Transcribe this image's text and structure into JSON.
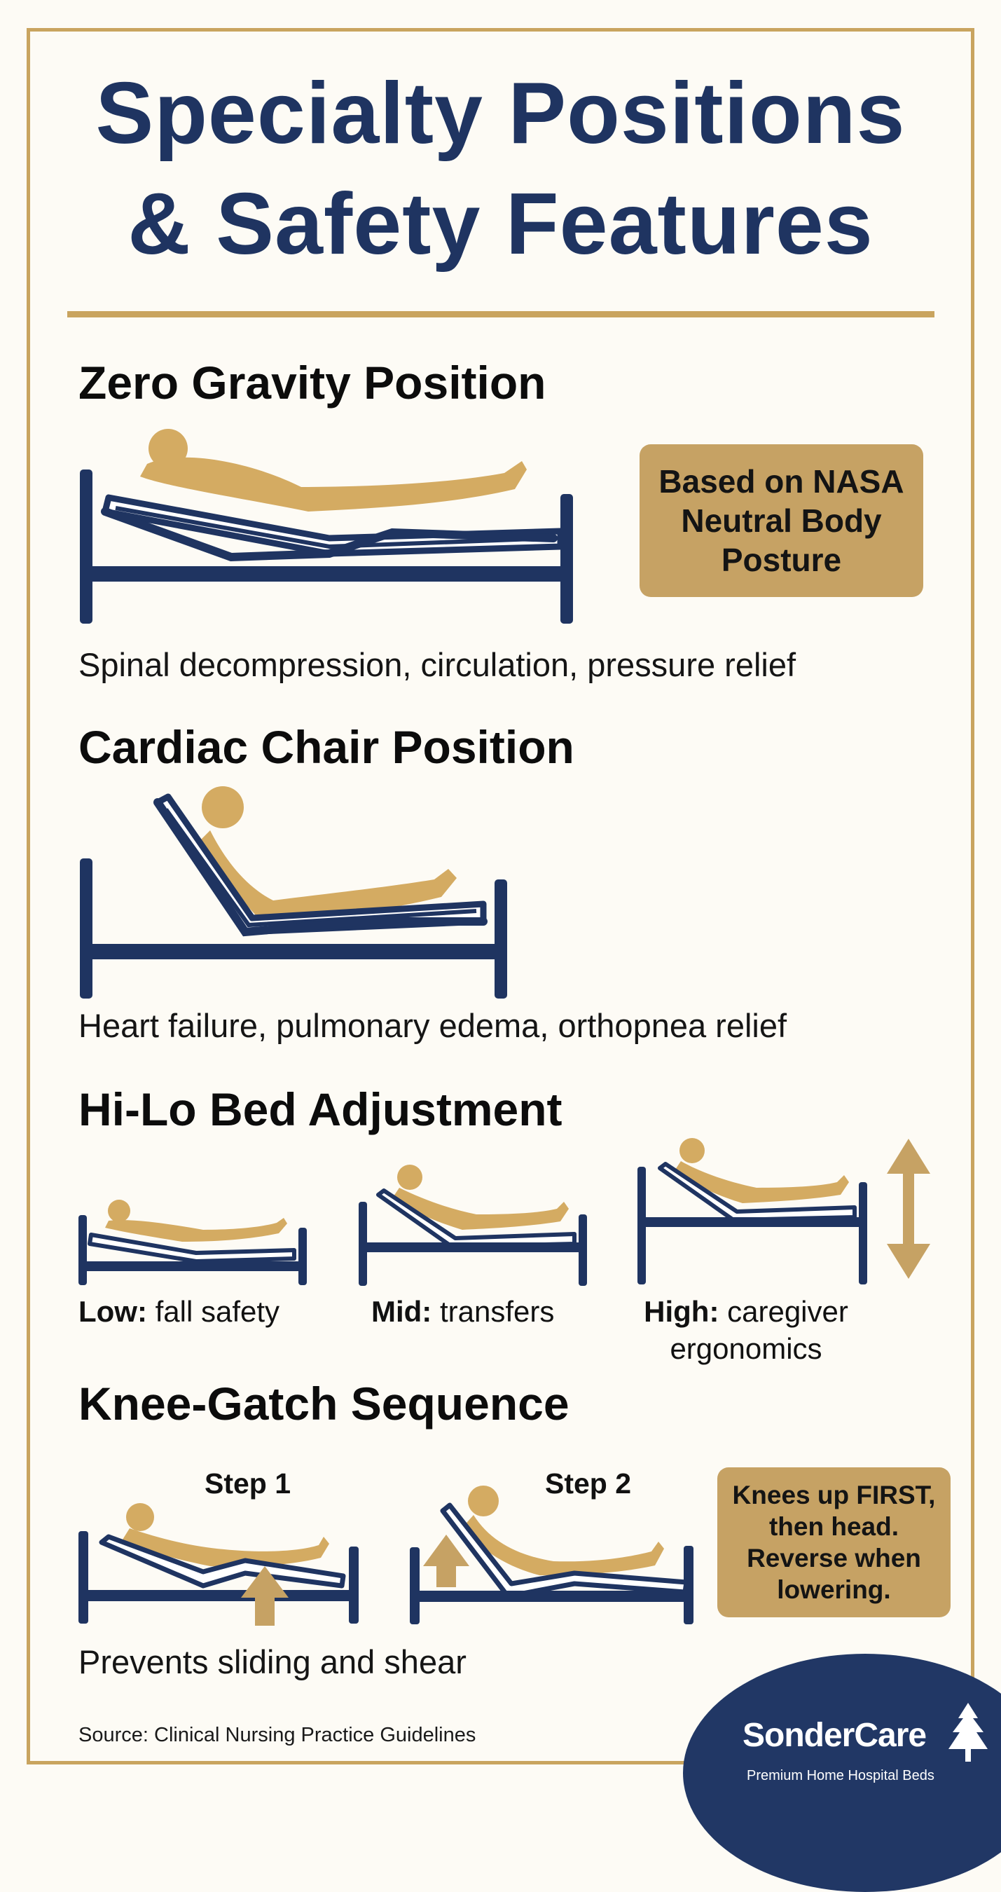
{
  "title": {
    "line1": "Specialty Positions",
    "line2": "& Safety Features"
  },
  "sections": {
    "zero_gravity": {
      "heading": "Zero Gravity Position",
      "description": "Spinal decompression, circulation, pressure relief",
      "callout": [
        "Based on NASA",
        "Neutral Body",
        "Posture"
      ]
    },
    "cardiac": {
      "heading": "Cardiac Chair Position",
      "description": "Heart failure, pulmonary edema, orthopnea relief"
    },
    "hilo": {
      "heading": "Hi-Lo Bed Adjustment",
      "low": {
        "label": "Low:",
        "text": "fall safety"
      },
      "mid": {
        "label": "Mid:",
        "text": "transfers"
      },
      "high": {
        "label": "High:",
        "text": "caregiver",
        "text2": "ergonomics"
      }
    },
    "knee_gatch": {
      "heading": "Knee-Gatch Sequence",
      "step1": "Step 1",
      "step2": "Step 2",
      "callout": [
        "Knees up FIRST,",
        "then head.",
        "Reverse when",
        "lowering."
      ],
      "description": "Prevents sliding and shear"
    }
  },
  "source": "Source: Clinical Nursing Practice Guidelines",
  "brand": {
    "name": "SonderCare",
    "tagline": "Premium Home Hospital Beds"
  },
  "colors": {
    "navy": "#1f3461",
    "gold": "#c9a45f",
    "figure": "#d4ab62",
    "background": "#fdfbf5"
  },
  "icons": {
    "bed": "hospital-bed-icon",
    "person": "reclining-person-icon",
    "arrow": "up-arrow-icon",
    "tree": "pine-tree-icon"
  }
}
